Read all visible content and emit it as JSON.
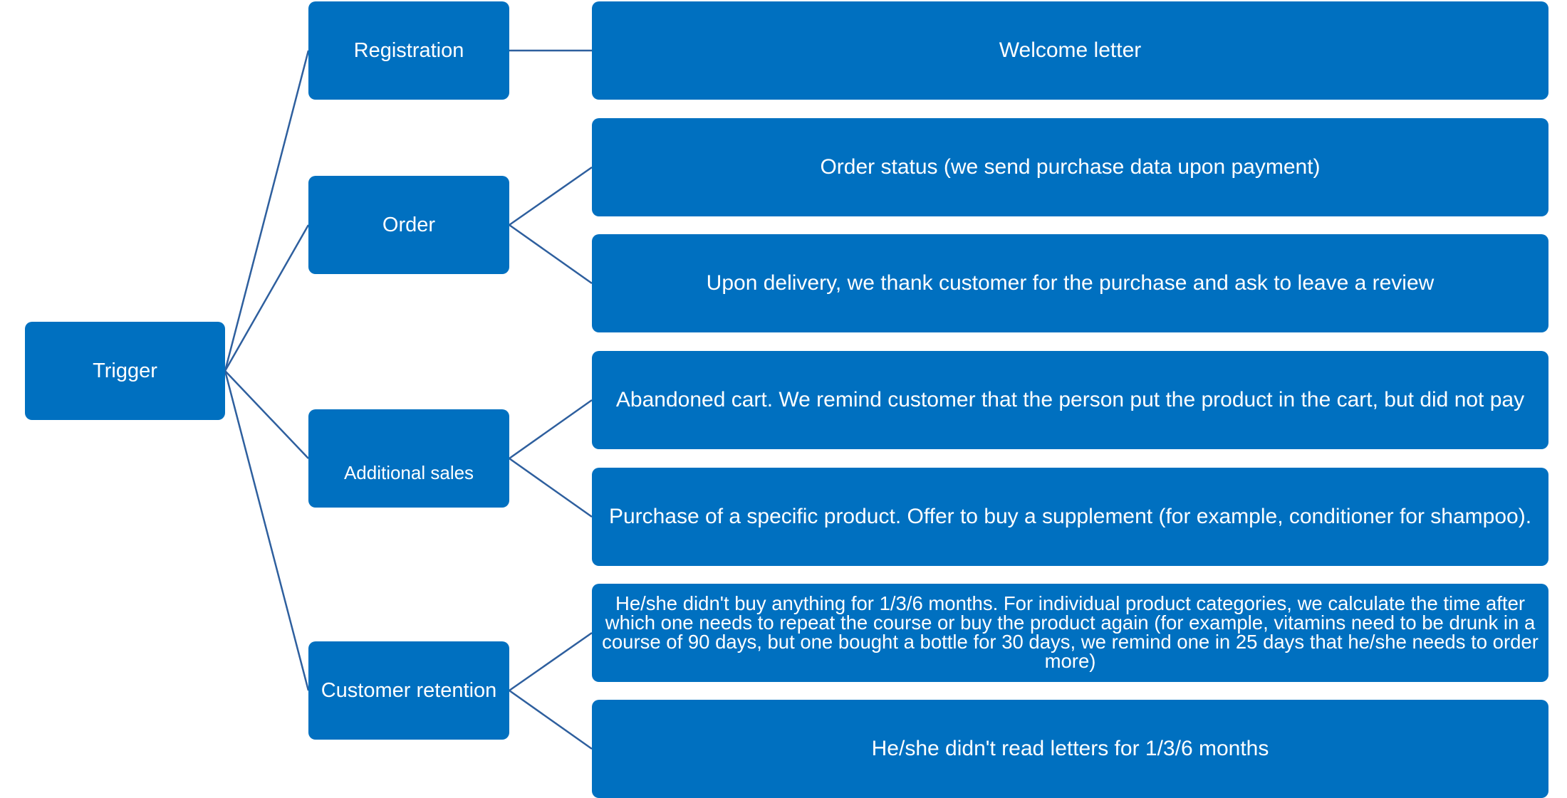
{
  "colors": {
    "box_fill": "#0070c0",
    "connector": "#2e5f9e",
    "text": "#ffffff"
  },
  "root": {
    "label": "Trigger"
  },
  "categories": [
    {
      "label": "Registration"
    },
    {
      "label": "Order"
    },
    {
      "label": "Additional sales"
    },
    {
      "label": "Customer retention"
    }
  ],
  "actions": [
    {
      "label": "Welcome letter"
    },
    {
      "label": "Order status (we send purchase data upon payment)"
    },
    {
      "label": "Upon delivery, we thank customer for the purchase and ask to leave a review"
    },
    {
      "label": "Abandoned cart. We remind customer that the person put the product in the cart, but did not pay"
    },
    {
      "label": "Purchase of a specific product. Offer to buy a supplement (for example, conditioner for shampoo)."
    },
    {
      "label": "He/she didn't buy anything for 1/3/6 months. For individual product categories, we calculate the time after which one needs to repeat the course or buy the product again (for example, vitamins need to be drunk in a course of 90 days, but one bought a bottle for 30 days, we remind one in 25 days that he/she needs to order more)"
    },
    {
      "label": "He/she didn't read letters for 1/3/6 months"
    }
  ]
}
